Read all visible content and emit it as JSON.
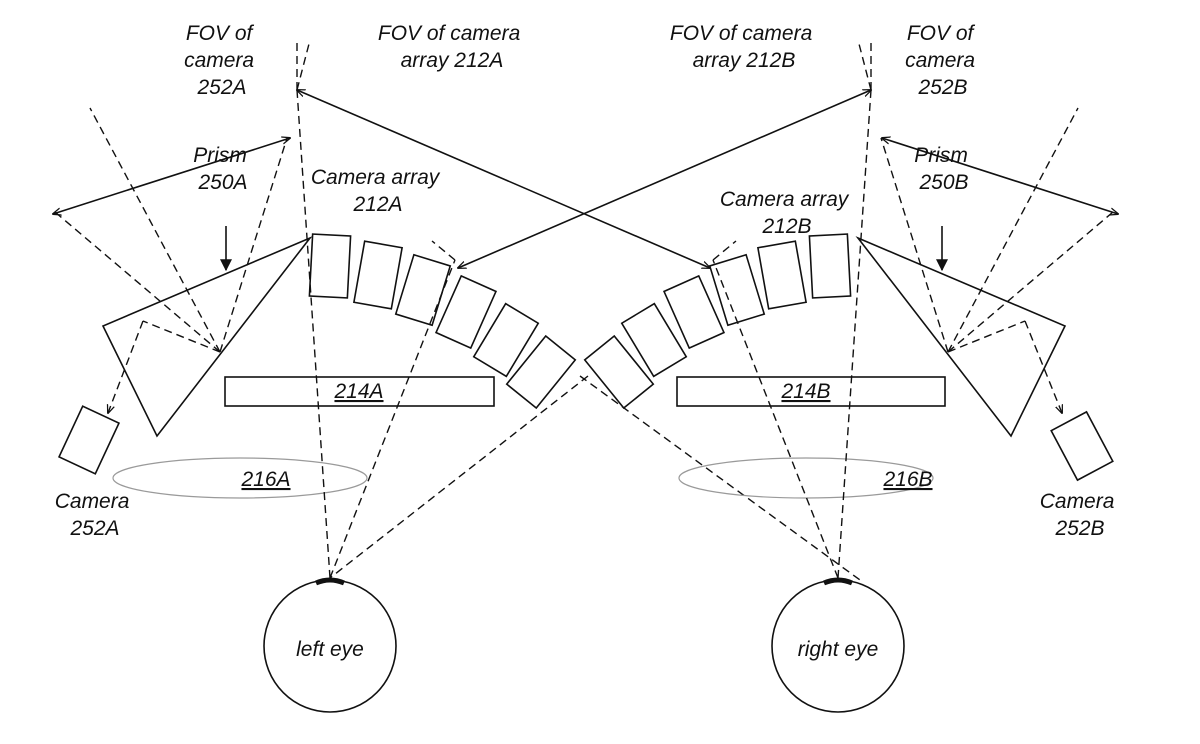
{
  "labels": {
    "fov_cam_a": [
      "FOV of",
      "camera",
      "252A"
    ],
    "fov_arr_a": [
      "FOV of camera",
      "array 212A"
    ],
    "fov_arr_b": [
      "FOV of camera",
      "array 212B"
    ],
    "fov_cam_b": [
      "FOV of",
      "camera",
      "252B"
    ],
    "prism_a": [
      "Prism",
      "250A"
    ],
    "prism_b": [
      "Prism",
      "250B"
    ],
    "array_a": [
      "Camera array",
      "212A"
    ],
    "array_b": [
      "Camera array",
      "212B"
    ],
    "display_a": "214A",
    "display_b": "214B",
    "lens_a": "216A",
    "lens_b": "216B",
    "camera_a": [
      "Camera",
      "252A"
    ],
    "camera_b": [
      "Camera",
      "252B"
    ],
    "left_eye": "left eye",
    "right_eye": "right eye"
  },
  "colors": {
    "ink": "#111111",
    "lens_outline": "#9a9a9a",
    "background": "#ffffff"
  }
}
